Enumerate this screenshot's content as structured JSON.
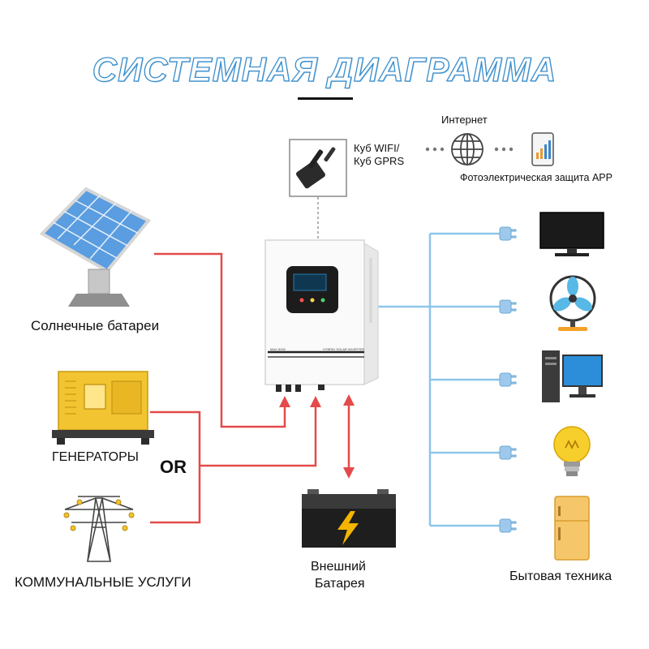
{
  "title": "СИСТЕМНАЯ ДИАГРАММА",
  "labels": {
    "internet": "Интернет",
    "wifi_line1": "Куб WIFI/",
    "wifi_line2": "Куб  GPRS",
    "app": "Фотоэлектрическая защита APP",
    "solar": "Солнечные батареи",
    "generators": "ГЕНЕРАТОРЫ",
    "or": "OR",
    "utility": "КОММУНАЛЬНЫЕ УСЛУГИ",
    "battery_line1": "Внешний",
    "battery_line2": "Батарея",
    "appliances": "Бытовая техника"
  },
  "inverter": {
    "model": "MAX-5000",
    "panel_text": "HYBRID SOLAR INVERTER"
  },
  "colors": {
    "ac_line": "#e44a4a",
    "load_line": "#8ec5ea",
    "dotted_line": "#999999",
    "title_stroke": "#3d8fcb"
  },
  "icons": [
    "wifi-dongle-icon",
    "globe-icon",
    "phone-app-icon",
    "solar-panel-icon",
    "generator-icon",
    "power-tower-icon",
    "inverter-icon",
    "battery-icon",
    "tv-icon",
    "fan-icon",
    "computer-icon",
    "light-bulb-icon",
    "fridge-icon",
    "plug-icon"
  ]
}
